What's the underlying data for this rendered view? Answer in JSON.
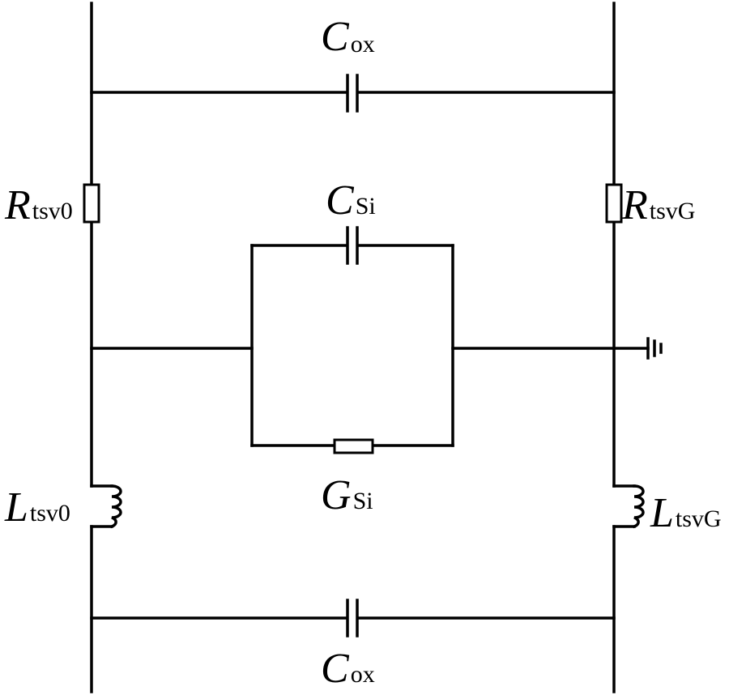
{
  "colors": {
    "stroke": "#000000",
    "background": "#ffffff"
  },
  "labels": {
    "cox_top": {
      "symbol": "C",
      "sub": "ox"
    },
    "cox_bot": {
      "symbol": "C",
      "sub": "ox"
    },
    "rtsv0": {
      "symbol": "R",
      "sub": "tsv0"
    },
    "rtsvg": {
      "symbol": "R",
      "sub": "tsvG"
    },
    "csi": {
      "symbol": "C",
      "sub": "Si"
    },
    "gsi": {
      "symbol": "G",
      "sub": "Si"
    },
    "ltsv0": {
      "symbol": "L",
      "sub": "tsv0"
    },
    "ltsvg": {
      "symbol": "L",
      "sub": "tsvG"
    }
  },
  "icons": {
    "ground": "ground-icon"
  }
}
